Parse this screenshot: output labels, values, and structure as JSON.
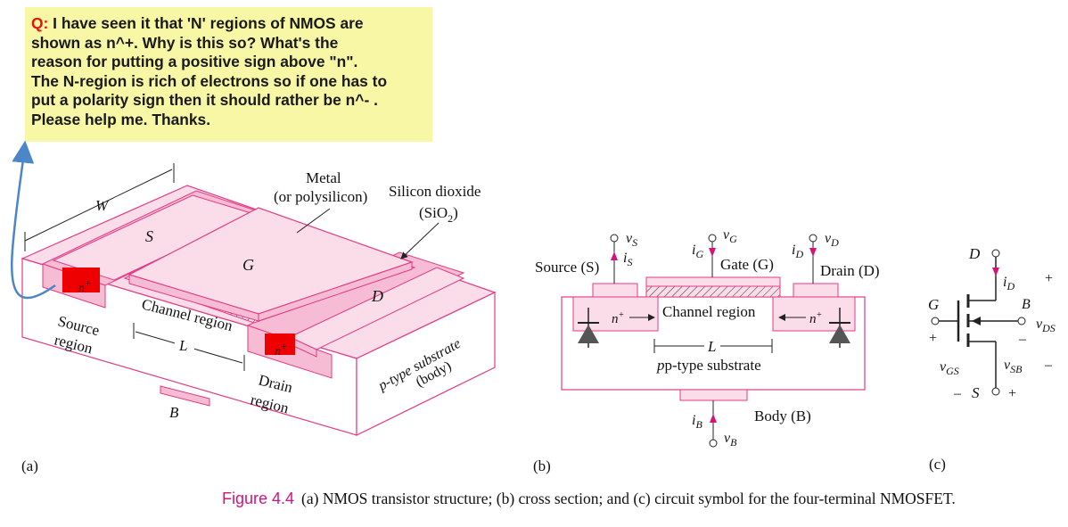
{
  "question": {
    "label": "Q:",
    "lines": [
      " I have seen it that 'N' regions of NMOS are",
      "shown as n^+. Why is this so? What's the",
      "reason for putting a positive sign above \"n\".",
      "The N-region is rich of electrons so if one has to",
      "put a polarity sign then it should rather be n^- .",
      "Please help me. Thanks."
    ]
  },
  "panel_a": {
    "label": "(a)",
    "width_label": "W",
    "source_letter": "S",
    "gate_letter": "G",
    "drain_letter": "D",
    "body_letter": "B",
    "metal_label": "Metal",
    "metal_sub": "(or polysilicon)",
    "oxide_label": "Silicon dioxide",
    "oxide_formula": "(SiO",
    "oxide_sub": "2",
    "oxide_close": ")",
    "channel_label": "Channel region",
    "length_label": "L",
    "source_region_1": "Source",
    "source_region_2": "region",
    "drain_region_1": "Drain",
    "drain_region_2": "region",
    "substrate_1": "p-type substrate",
    "substrate_2": "(body)",
    "nplus": "n",
    "plus": "+"
  },
  "panel_b": {
    "label": "(b)",
    "source_label": "Source (S)",
    "gate_label": "Gate (G)",
    "drain_label": "Drain (D)",
    "channel_label": "Channel region",
    "length_label": "L",
    "substrate_label": "p-type substrate",
    "body_label": "Body (B)",
    "vs": "v",
    "vs_sub": "S",
    "is": "i",
    "is_sub": "S",
    "vg": "v",
    "vg_sub": "G",
    "ig": "i",
    "ig_sub": "G",
    "vd": "v",
    "vd_sub": "D",
    "id": "i",
    "id_sub": "D",
    "vb": "v",
    "vb_sub": "B",
    "ib": "i",
    "ib_sub": "B",
    "nplus": "n",
    "plus": "+"
  },
  "panel_c": {
    "label": "(c)",
    "d": "D",
    "g": "G",
    "s": "S",
    "b": "B",
    "id": "i",
    "id_sub": "D",
    "vds": "v",
    "vds_sub": "DS",
    "vgs": "v",
    "vgs_sub": "GS",
    "vsb": "v",
    "vsb_sub": "SB",
    "plus": "+",
    "minus": "–"
  },
  "caption": {
    "figure": "Figure 4.4",
    "text": "(a) NMOS transistor structure; (b) cross section; and (c) circuit symbol for the four-terminal NMOSFET."
  },
  "colors": {
    "pink_light": "#fbdde9",
    "pink_mid": "#f6bcd4",
    "pink_dark": "#e98fb5",
    "red_box": "#ee0000",
    "arrow_blue": "#4a86c8",
    "question_bg": "#f8f7a5",
    "magenta": "#d4137a"
  }
}
